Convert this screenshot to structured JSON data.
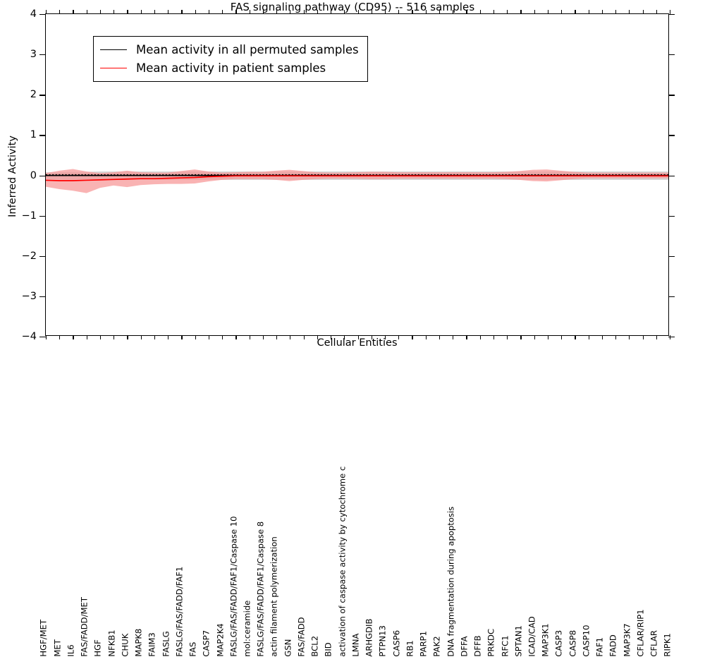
{
  "chart_data": {
    "type": "line",
    "title": "FAS signaling pathway (CD95) -- 516 samples",
    "xlabel": "Cellular Entities",
    "ylabel": "Inferred Activity",
    "ylim": [
      -4,
      4
    ],
    "yticks": [
      -4,
      -3,
      -2,
      -1,
      0,
      1,
      2,
      3,
      4
    ],
    "grid": false,
    "legend_position": "upper left",
    "categories": [
      "HGF/MET",
      "MET",
      "IL6",
      "FAS/FADD/MET",
      "HGF",
      "NFKB1",
      "CHUK",
      "MAPK8",
      "FAIM3",
      "FASLG",
      "FASLG/FAS/FADD/FAF1",
      "FAS",
      "CASP7",
      "MAP2K4",
      "FASLG/FAS/FADD/FAF1/Caspase 10",
      "mol:ceramide",
      "FASLG/FAS/FADD/FAF1/Caspase 8",
      "actin filament polymerization",
      "GSN",
      "FAS/FADD",
      "BCL2",
      "BID",
      "activation of caspase activity by cytochrome c",
      "LMNA",
      "ARHGDIB",
      "PTPN13",
      "CASP6",
      "RB1",
      "PARP1",
      "PAK2",
      "DNA fragmentation during apoptosis",
      "DFFA",
      "DFFB",
      "PRKDC",
      "RFC1",
      "SPTAN1",
      "ICAD/CAD",
      "MAP3K1",
      "CASP3",
      "CASP8",
      "CASP10",
      "FAF1",
      "FADD",
      "MAP3K7",
      "CFLAR/RIP1",
      "CFLAR",
      "RIPK1"
    ],
    "series": [
      {
        "name": "Mean activity in all permuted samples",
        "color": "#000000",
        "band_color": "#cccccc",
        "values": [
          -0.02,
          -0.02,
          -0.02,
          -0.02,
          -0.02,
          -0.02,
          -0.02,
          -0.02,
          -0.02,
          -0.02,
          -0.02,
          -0.02,
          -0.02,
          -0.02,
          -0.02,
          -0.02,
          -0.02,
          -0.02,
          -0.02,
          -0.02,
          -0.02,
          -0.02,
          -0.02,
          -0.02,
          -0.02,
          -0.02,
          -0.02,
          -0.02,
          -0.02,
          -0.02,
          -0.02,
          -0.02,
          -0.02,
          -0.02,
          -0.02,
          -0.02,
          -0.02,
          -0.02,
          -0.02,
          -0.02,
          -0.02,
          -0.02,
          -0.02,
          -0.02,
          -0.02,
          -0.02,
          -0.02
        ],
        "band_upper": [
          0.06,
          0.06,
          0.07,
          0.07,
          0.08,
          0.08,
          0.08,
          0.08,
          0.08,
          0.08,
          0.08,
          0.08,
          0.08,
          0.08,
          0.08,
          0.08,
          0.08,
          0.08,
          0.08,
          0.08,
          0.08,
          0.08,
          0.08,
          0.08,
          0.08,
          0.08,
          0.08,
          0.08,
          0.08,
          0.08,
          0.08,
          0.08,
          0.08,
          0.08,
          0.08,
          0.08,
          0.08,
          0.08,
          0.08,
          0.08,
          0.08,
          0.08,
          0.08,
          0.08,
          0.08,
          0.08,
          0.08
        ],
        "band_lower": [
          -0.11,
          -0.11,
          -0.12,
          -0.12,
          -0.13,
          -0.13,
          -0.13,
          -0.13,
          -0.13,
          -0.13,
          -0.13,
          -0.13,
          -0.13,
          -0.13,
          -0.13,
          -0.13,
          -0.13,
          -0.13,
          -0.13,
          -0.13,
          -0.13,
          -0.13,
          -0.13,
          -0.13,
          -0.13,
          -0.13,
          -0.13,
          -0.13,
          -0.13,
          -0.13,
          -0.13,
          -0.13,
          -0.13,
          -0.13,
          -0.13,
          -0.13,
          -0.13,
          -0.13,
          -0.13,
          -0.13,
          -0.13,
          -0.13,
          -0.13,
          -0.13,
          -0.13,
          -0.13,
          -0.13
        ]
      },
      {
        "name": "Mean activity in patient samples",
        "color": "#ff0000",
        "band_color": "#f7a0a0",
        "values": [
          -0.14,
          -0.15,
          -0.15,
          -0.14,
          -0.13,
          -0.12,
          -0.11,
          -0.1,
          -0.1,
          -0.09,
          -0.08,
          -0.07,
          -0.05,
          -0.04,
          -0.03,
          -0.03,
          -0.03,
          -0.03,
          -0.03,
          -0.03,
          -0.03,
          -0.03,
          -0.03,
          -0.03,
          -0.03,
          -0.03,
          -0.03,
          -0.03,
          -0.03,
          -0.03,
          -0.03,
          -0.03,
          -0.03,
          -0.03,
          -0.03,
          -0.03,
          -0.03,
          -0.03,
          -0.03,
          -0.03,
          -0.03,
          -0.03,
          -0.03,
          -0.03,
          -0.03,
          -0.03,
          -0.03
        ],
        "band_upper": [
          0.04,
          0.1,
          0.14,
          0.08,
          0.04,
          0.06,
          0.1,
          0.06,
          0.05,
          0.05,
          0.09,
          0.13,
          0.08,
          0.05,
          0.06,
          0.07,
          0.07,
          0.1,
          0.12,
          0.09,
          0.06,
          0.05,
          0.05,
          0.06,
          0.07,
          0.07,
          0.06,
          0.06,
          0.06,
          0.06,
          0.06,
          0.06,
          0.06,
          0.06,
          0.07,
          0.09,
          0.12,
          0.13,
          0.1,
          0.07,
          0.05,
          0.05,
          0.05,
          0.05,
          0.05,
          0.05,
          0.05
        ],
        "band_lower": [
          -0.3,
          -0.36,
          -0.4,
          -0.46,
          -0.33,
          -0.27,
          -0.31,
          -0.26,
          -0.24,
          -0.23,
          -0.23,
          -0.22,
          -0.17,
          -0.13,
          -0.11,
          -0.11,
          -0.11,
          -0.13,
          -0.16,
          -0.13,
          -0.11,
          -0.1,
          -0.1,
          -0.1,
          -0.11,
          -0.11,
          -0.1,
          -0.1,
          -0.1,
          -0.1,
          -0.1,
          -0.1,
          -0.1,
          -0.1,
          -0.11,
          -0.13,
          -0.16,
          -0.17,
          -0.14,
          -0.11,
          -0.09,
          -0.09,
          -0.09,
          -0.09,
          -0.09,
          -0.09,
          -0.09
        ]
      }
    ]
  }
}
